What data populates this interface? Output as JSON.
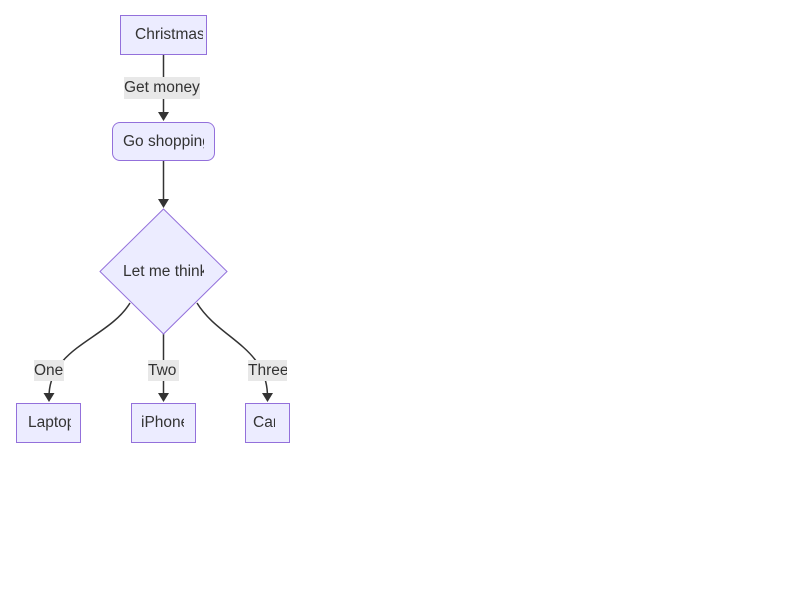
{
  "diagram": {
    "type": "flowchart",
    "direction": "top-down",
    "nodes": [
      {
        "id": "A",
        "label": "Christmas",
        "shape": "rectangle"
      },
      {
        "id": "B",
        "label": "Go shopping",
        "shape": "rounded-rectangle"
      },
      {
        "id": "C",
        "label": "Let me think",
        "shape": "diamond"
      },
      {
        "id": "D",
        "label": "Laptop",
        "shape": "rectangle"
      },
      {
        "id": "E",
        "label": "iPhone",
        "shape": "rectangle"
      },
      {
        "id": "F",
        "label": "Car",
        "shape": "rectangle"
      }
    ],
    "edges": [
      {
        "from": "Christmas",
        "to": "Go shopping",
        "label": "Get money"
      },
      {
        "from": "Go shopping",
        "to": "Let me think",
        "label": ""
      },
      {
        "from": "Let me think",
        "to": "Laptop",
        "label": "One"
      },
      {
        "from": "Let me think",
        "to": "iPhone",
        "label": "Two"
      },
      {
        "from": "Let me think",
        "to": "Car",
        "label": "Three"
      }
    ],
    "colors": {
      "background": "#ffffff",
      "node_fill": "#ECECFF",
      "node_border": "#9370DB",
      "edge": "#333333",
      "text": "#333333",
      "edge_label_bg": "#e8e8e8"
    }
  }
}
